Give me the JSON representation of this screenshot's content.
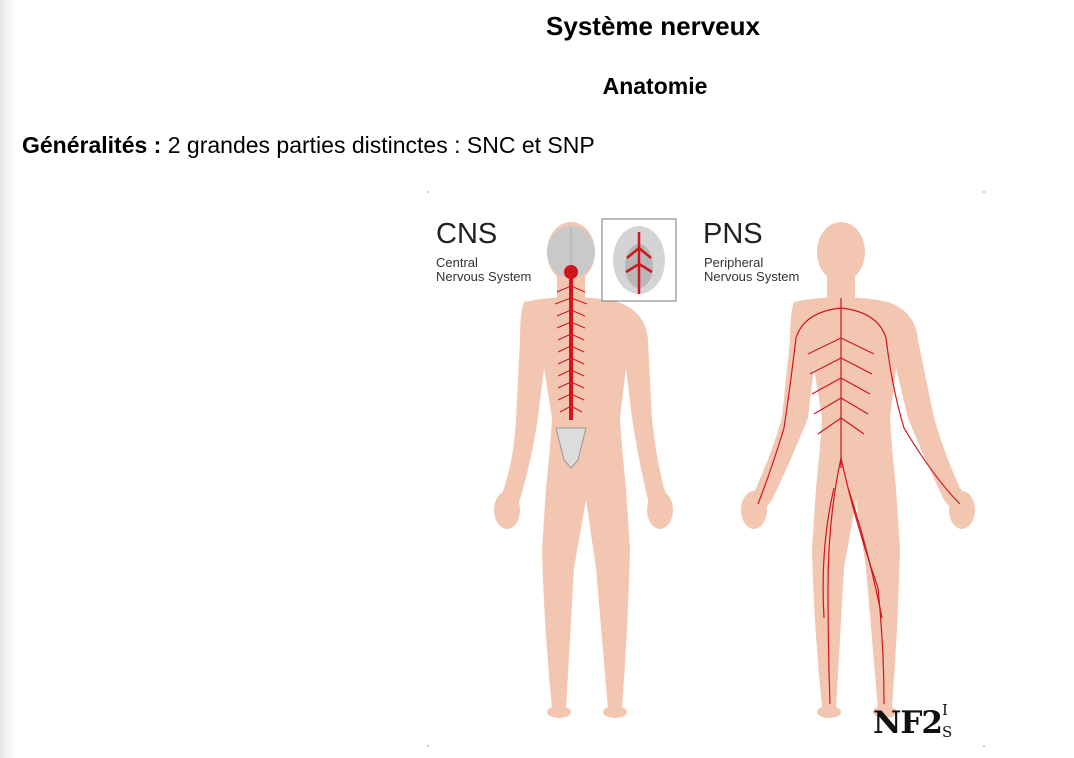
{
  "document": {
    "title": "Système nerveux",
    "subtitle": "Anatomie",
    "intro": {
      "label": "Généralités :",
      "text": " 2 grandes parties distinctes : SNC et SNP"
    }
  },
  "figure": {
    "left_panel": {
      "abbr": "CNS",
      "line1": "Central",
      "line2": "Nervous System"
    },
    "right_panel": {
      "abbr": "PNS",
      "line1": "Peripheral",
      "line2": "Nervous System"
    },
    "logo": {
      "main": "NF2",
      "sup": "I",
      "sub": "S"
    },
    "colors": {
      "skin": "#f3c6b2",
      "nerve": "#d0161c",
      "brain": "#c9c9c9"
    }
  }
}
